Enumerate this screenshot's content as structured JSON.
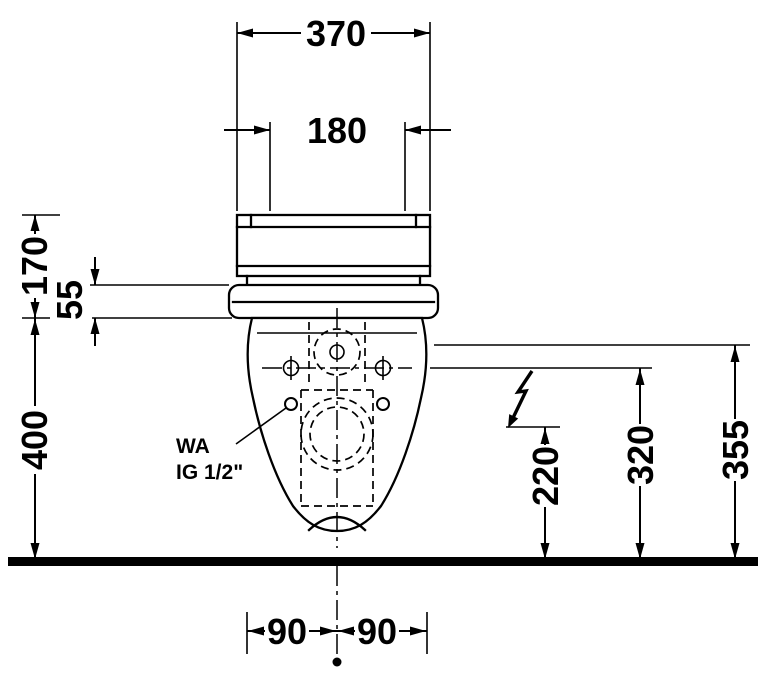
{
  "figure": {
    "type": "installation-dimension-drawing",
    "dimensions": {
      "width_overall": "370",
      "width_inner": "180",
      "height_tank": "170",
      "height_seat": "55",
      "height_left_total": "400",
      "height_right_inner": "220",
      "height_right_middle": "320",
      "height_right_outer": "355",
      "offset_bottom_left": "90",
      "offset_bottom_right": "90"
    },
    "labels": {
      "water_abbr": "WA",
      "water_thread": "IG 1/2\""
    },
    "colors": {
      "ink": "#000000",
      "paper": "#ffffff"
    }
  }
}
